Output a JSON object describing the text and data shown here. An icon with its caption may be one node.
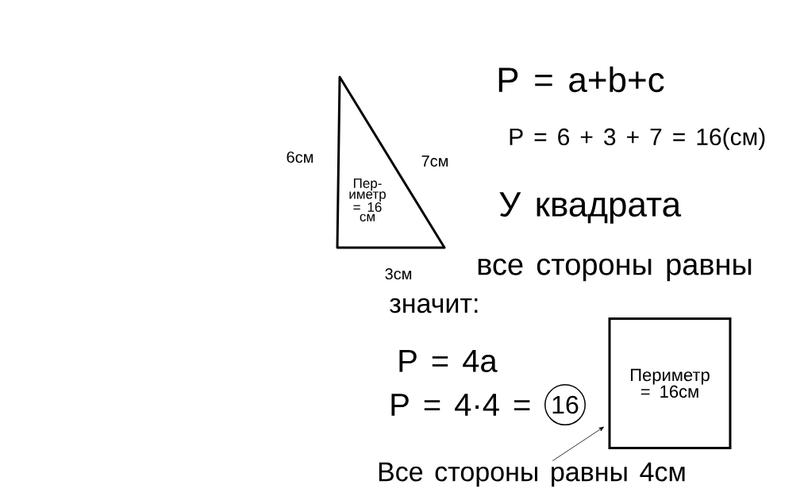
{
  "diagram": {
    "nodes": [
      {
        "text": [
          "Пер- иметр = 16 см"
        ],
        "beside": [
          "6см",
          "7см",
          "3см"
        ]
      },
      {
        "text": [
          "Периметр = 16см"
        ]
      },
      {
        "text": [
          "Все стороны равны 4см"
        ]
      },
      {
        "text": [
          "16"
        ]
      }
    ],
    "edges": [
      {
        "from": 2,
        "to": 1,
        "arrow": "to"
      }
    ],
    "labels": [
      "P = a+b+c",
      "P = 6 + 3 + 7 = 16(см)",
      "У квадрата",
      "все стороны равны",
      "значит:",
      "P = 4a",
      "P = 4·4 ="
    ]
  }
}
